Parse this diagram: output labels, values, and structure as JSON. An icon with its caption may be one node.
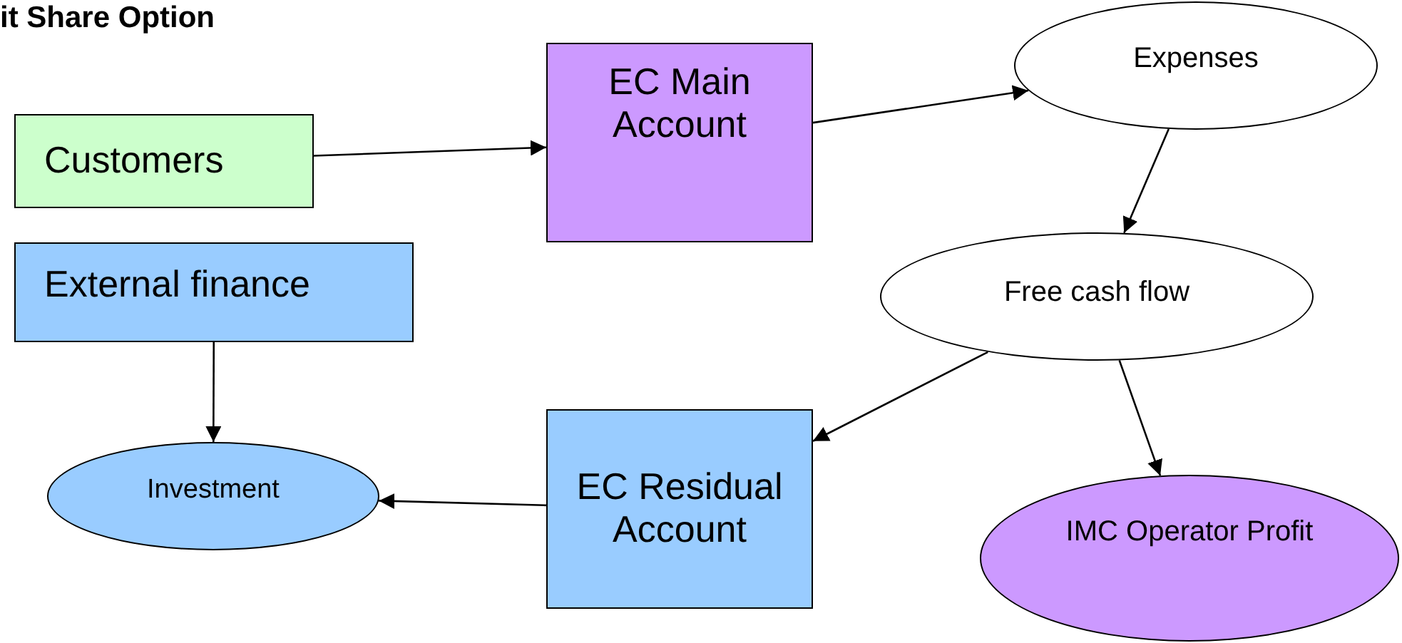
{
  "diagram": {
    "title": "it Share Option",
    "nodes": [
      {
        "text": [
          "Customers"
        ]
      },
      {
        "text": [
          "EC Main Account"
        ]
      },
      {
        "text": [
          "Expenses"
        ]
      },
      {
        "text": [
          "External finance"
        ]
      },
      {
        "text": [
          "Free cash flow"
        ]
      },
      {
        "text": [
          "Investment"
        ]
      },
      {
        "text": [
          "EC Residual Account"
        ]
      },
      {
        "text": [
          "IMC Operator Profit"
        ]
      }
    ],
    "edges": [
      {
        "from": 0,
        "to": 1,
        "arrow": "to"
      },
      {
        "from": 1,
        "to": 2,
        "arrow": "to"
      },
      {
        "from": 2,
        "to": 4,
        "arrow": "to"
      },
      {
        "from": 4,
        "to": 6,
        "arrow": "to"
      },
      {
        "from": 4,
        "to": 7,
        "arrow": "to"
      },
      {
        "from": 3,
        "to": 5,
        "arrow": "to"
      },
      {
        "from": 6,
        "to": 5,
        "arrow": "to"
      }
    ]
  }
}
